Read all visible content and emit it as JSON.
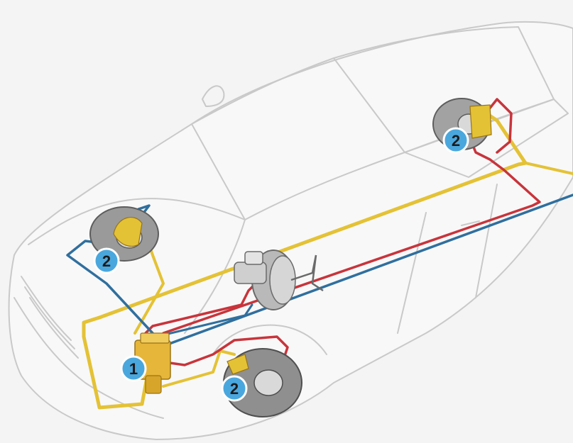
{
  "diagram": {
    "colors": {
      "background": "#f4f4f4",
      "car_outline": "#c9c9c9",
      "line_yellow": "#e4c235",
      "line_red": "#c8343b",
      "line_blue": "#2f6f9e",
      "disc": "#8a8a8a",
      "disc_dark": "#5d5d5d",
      "hydraulic_unit": "#e6b63a",
      "marker_fill": "#4aa7dd",
      "marker_stroke": "#ffffff"
    },
    "markers": [
      {
        "id": "hydraulic-unit-marker",
        "label": "1"
      },
      {
        "id": "front-left-wheel-marker",
        "label": "2"
      },
      {
        "id": "front-right-wheel-marker",
        "label": "2"
      },
      {
        "id": "rear-wheel-marker",
        "label": "2"
      }
    ]
  }
}
